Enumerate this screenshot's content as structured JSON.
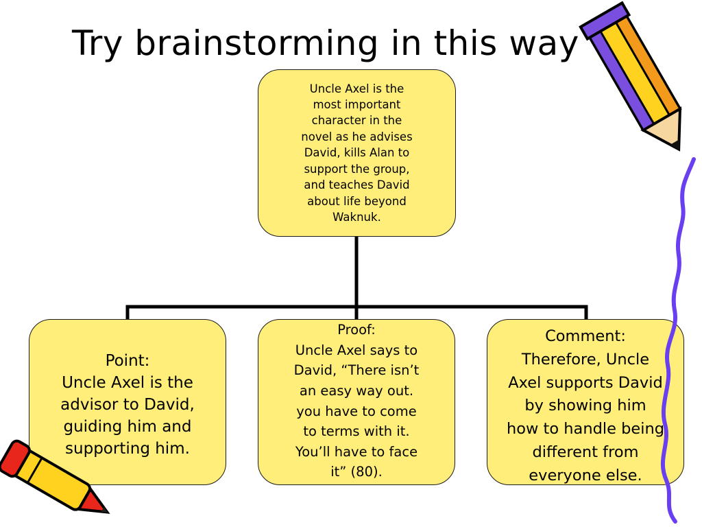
{
  "slide": {
    "title": "Try brainstorming in this way"
  },
  "diagram": {
    "root": {
      "text": "Uncle Axel is the\nmost important\ncharacter in the\nnovel as he advises\nDavid, kills Alan to\nsupport the group,\nand teaches David\nabout life beyond\nWaknuk."
    },
    "children": [
      {
        "text": "Point:\nUncle Axel is the\nadvisor to David,\nguiding him and\nsupporting him."
      },
      {
        "text": "Proof:\nUncle Axel says to\nDavid, “There isn’t\nan easy way out.\nyou have to come\nto terms with it.\nYou’ll have to face\nit” (80)."
      },
      {
        "text": "Comment:\nTherefore, Uncle\nAxel supports David\nby showing him\nhow to handle being\ndifferent from\neveryone else."
      }
    ]
  },
  "colors": {
    "node_fill": "#ffee7a",
    "node_border": "#1a1a1a",
    "connector": "#000000",
    "pencil_yellow": "#ffd21f",
    "pencil_orange": "#f39a1c",
    "pencil_purple": "#7a4fe0",
    "crayon_red": "#e8261b"
  },
  "decorations": {
    "top_right": "pencil-icon",
    "right_edge": "squiggle-line-icon",
    "bottom_left": "crayon-icon"
  }
}
